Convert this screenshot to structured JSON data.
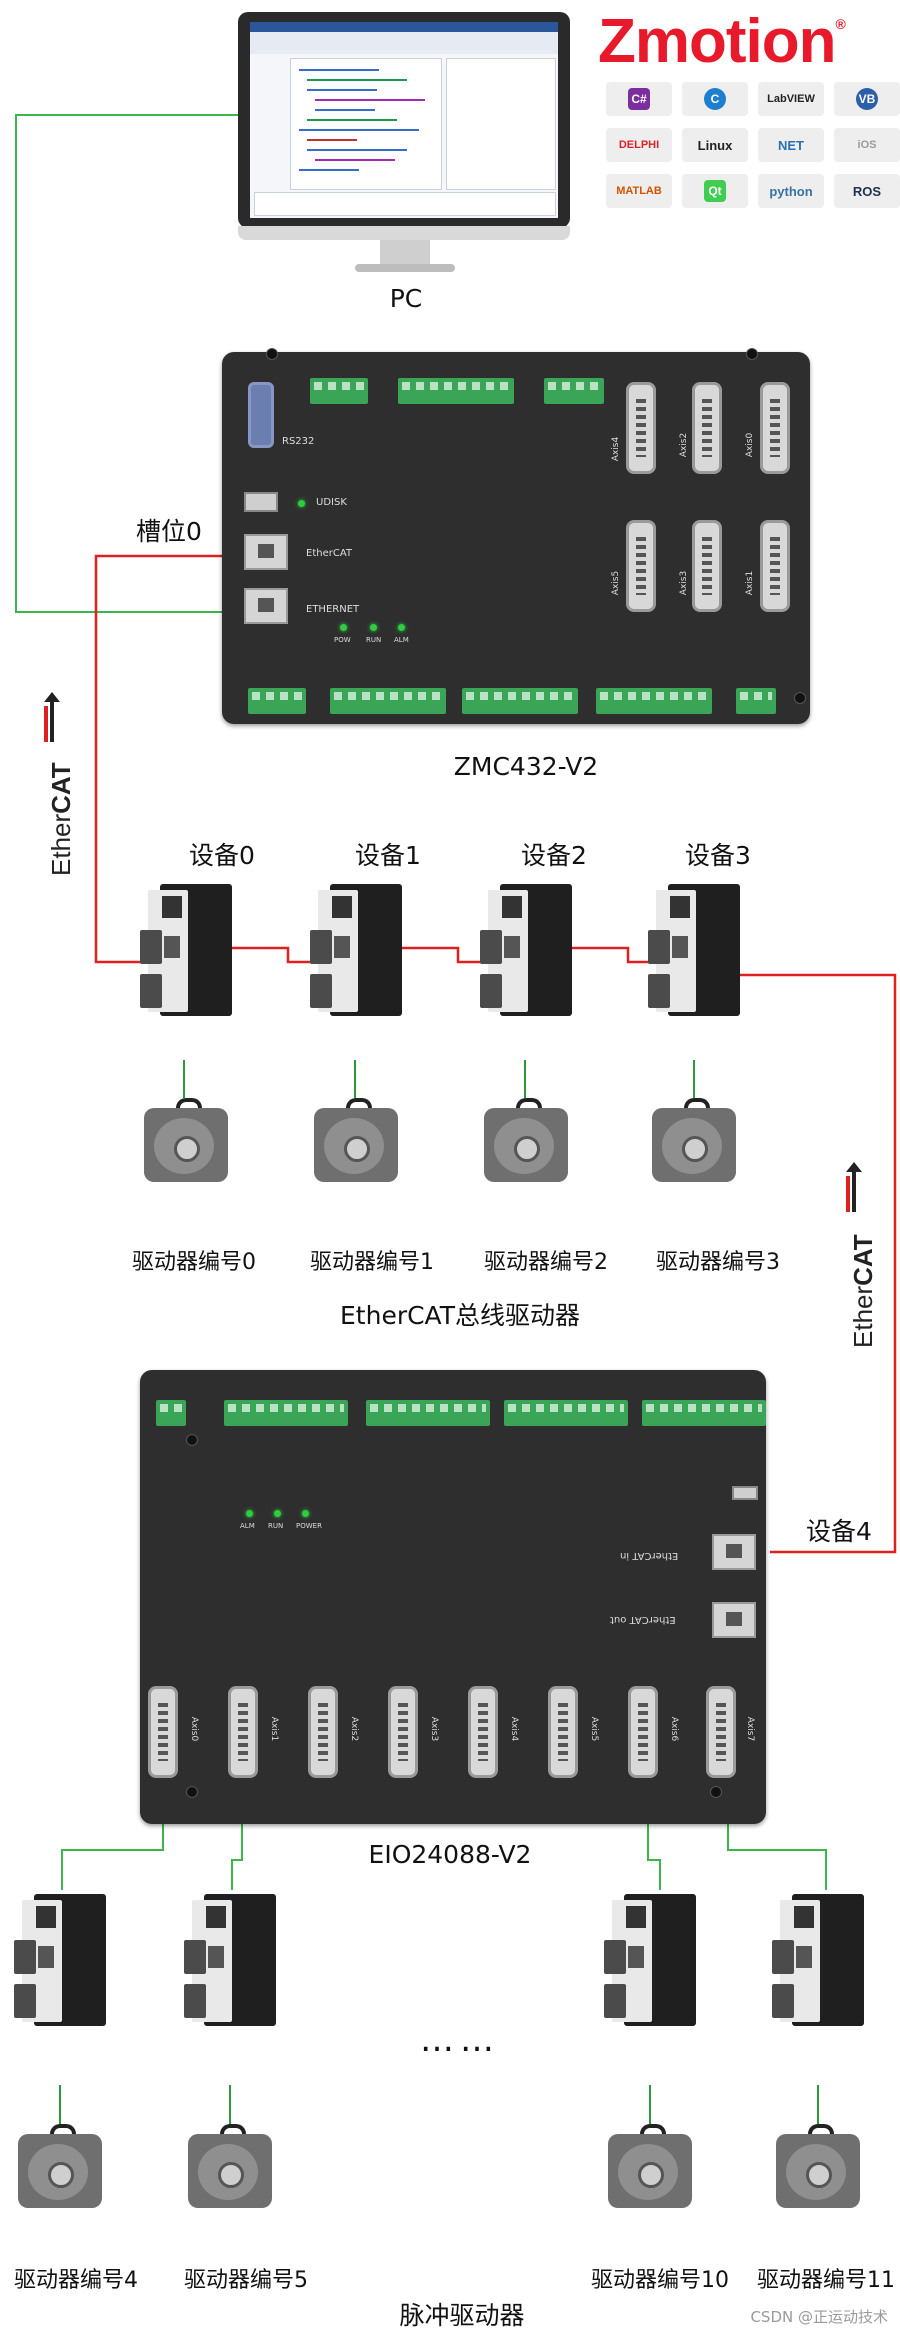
{
  "brand": {
    "name": "Zmotion",
    "reg": "®"
  },
  "logos": [
    {
      "label": "C#",
      "color": "#7a2ea0"
    },
    {
      "label": "C",
      "color": "#1e7fd1"
    },
    {
      "label": "LabVIEW",
      "color": "#f2c200"
    },
    {
      "label": "VB",
      "color": "#2b5fa8"
    },
    {
      "label": "DELPHI",
      "color": "#d9232a"
    },
    {
      "label": "Linux",
      "color": "#222222"
    },
    {
      "label": "NET",
      "color": "#2c6fb5"
    },
    {
      "label": "iOS",
      "color": "#9a9a9a"
    },
    {
      "label": "MATLAB",
      "color": "#d35400"
    },
    {
      "label": "Qt",
      "color": "#41cd52"
    },
    {
      "label": "python",
      "color": "#3773a5"
    },
    {
      "label": "ROS",
      "color": "#22314e"
    }
  ],
  "pc": {
    "label": "PC"
  },
  "slot_label": "槽位0",
  "ethercat_text": {
    "ether": "Ether",
    "cat": "CAT"
  },
  "zmc": {
    "name": "ZMC432-V2",
    "rs232": "RS232",
    "udisk": "UDISK",
    "ethercat_port": "EtherCAT",
    "ethernet_port": "ETHERNET",
    "led_labels": [
      "POW",
      "RUN",
      "ALM"
    ],
    "axes": [
      "Axis4",
      "Axis2",
      "Axis0",
      "Axis5",
      "Axis3",
      "Axis1"
    ]
  },
  "devices": [
    "设备0",
    "设备1",
    "设备2",
    "设备3"
  ],
  "drive_labels": [
    "驱动器编号0",
    "驱动器编号1",
    "驱动器编号2",
    "驱动器编号3"
  ],
  "ethercat_drives_label": "EtherCAT总线驱动器",
  "eio": {
    "name": "EIO24088-V2",
    "device_label": "设备4",
    "ethercat_in": "EtherCAT in",
    "ethercat_out": "EtherCAT out",
    "led_labels": [
      "ALM",
      "RUN",
      "POWER"
    ],
    "axes": [
      "Axis0",
      "Axis1",
      "Axis2",
      "Axis3",
      "Axis4",
      "Axis5",
      "Axis6",
      "Axis7"
    ]
  },
  "pulse_drive_labels": [
    "驱动器编号4",
    "驱动器编号5",
    "驱动器编号10",
    "驱动器编号11"
  ],
  "ellipsis": "……",
  "pulse_drives_label": "脉冲驱动器",
  "watermark": "CSDN @正运动技术",
  "colors": {
    "ethercat_line": "#e02020",
    "ethernet_line": "#3cb54a",
    "brand": "#e8192a"
  }
}
